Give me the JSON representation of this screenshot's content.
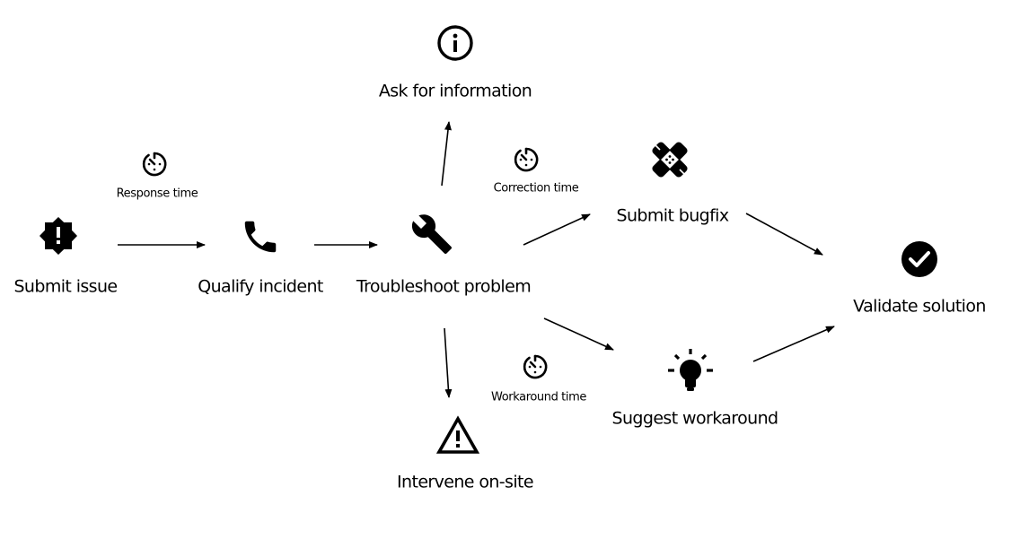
{
  "colors": {
    "ink": "#000000",
    "background": "#ffffff"
  },
  "nodes": [
    {
      "id": "submit-issue",
      "label": "Submit issue",
      "icon": "alert-badge-icon"
    },
    {
      "id": "qualify-incident",
      "label": "Qualify incident",
      "icon": "phone-icon"
    },
    {
      "id": "troubleshoot-problem",
      "label": "Troubleshoot problem",
      "icon": "wrench-icon"
    },
    {
      "id": "ask-for-information",
      "label": "Ask for information",
      "icon": "info-icon"
    },
    {
      "id": "submit-bugfix",
      "label": "Submit bugfix",
      "icon": "bandage-icon"
    },
    {
      "id": "validate-solution",
      "label": "Validate solution",
      "icon": "check-circle-icon"
    },
    {
      "id": "suggest-workaround",
      "label": "Suggest workaround",
      "icon": "lightbulb-icon"
    },
    {
      "id": "intervene-on-site",
      "label": "Intervene on-site",
      "icon": "warning-icon"
    }
  ],
  "edges": [
    {
      "from": "submit-issue",
      "to": "qualify-incident"
    },
    {
      "from": "qualify-incident",
      "to": "troubleshoot-problem"
    },
    {
      "from": "troubleshoot-problem",
      "to": "ask-for-information"
    },
    {
      "from": "troubleshoot-problem",
      "to": "submit-bugfix"
    },
    {
      "from": "troubleshoot-problem",
      "to": "suggest-workaround"
    },
    {
      "from": "troubleshoot-problem",
      "to": "intervene-on-site"
    },
    {
      "from": "submit-bugfix",
      "to": "validate-solution"
    },
    {
      "from": "suggest-workaround",
      "to": "validate-solution"
    }
  ],
  "timers": [
    {
      "id": "response-time",
      "label": "Response time",
      "icon": "timer-icon"
    },
    {
      "id": "correction-time",
      "label": "Correction time",
      "icon": "timer-icon"
    },
    {
      "id": "workaround-time",
      "label": "Workaround time",
      "icon": "timer-icon"
    }
  ]
}
